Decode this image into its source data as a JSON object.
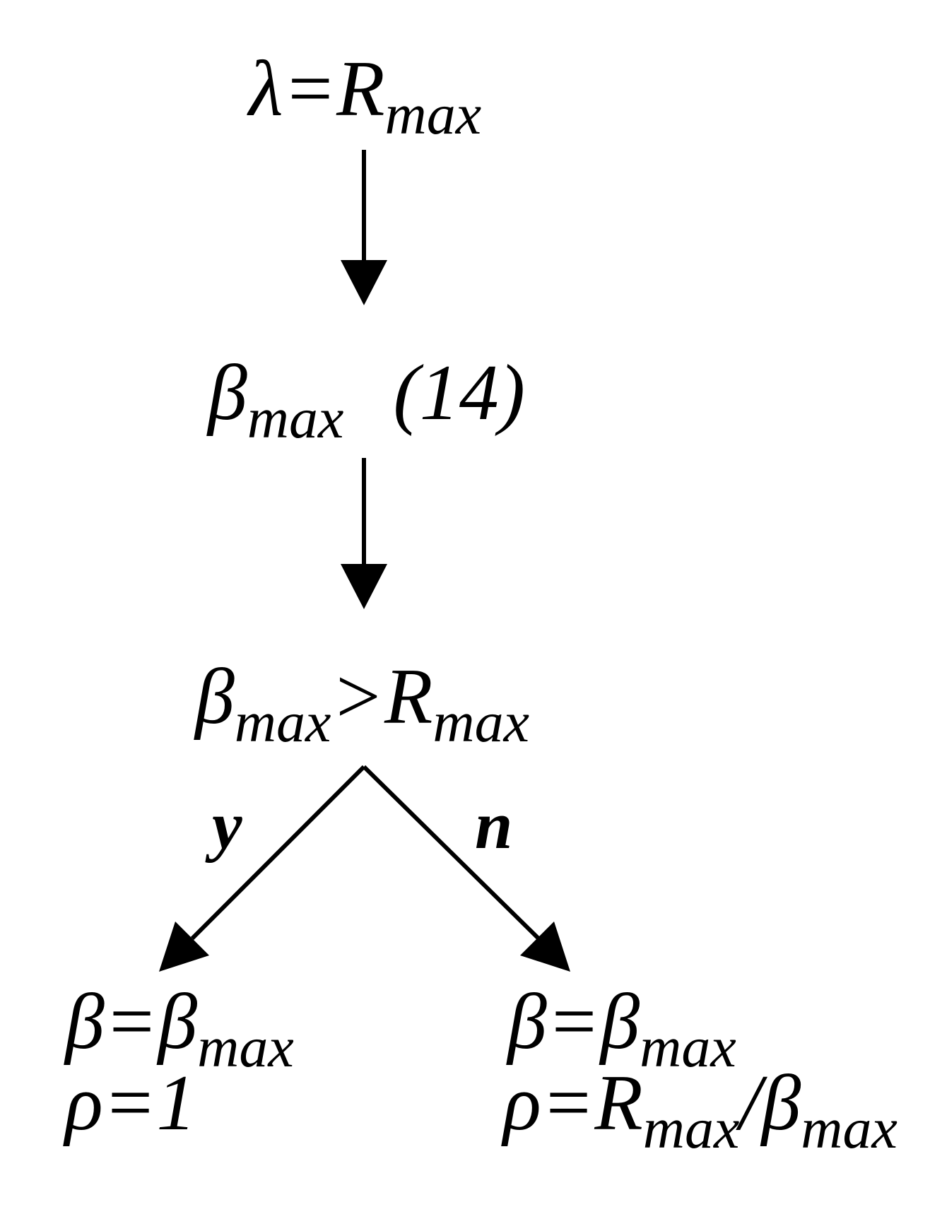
{
  "nodes": {
    "start": {
      "symbol": "λ",
      "eq": "=",
      "var": "R",
      "sub": "max"
    },
    "compute": {
      "symbol": "β",
      "sub": "max",
      "ref": "(14)"
    },
    "decision": {
      "lhs": "β",
      "lhs_sub": "max",
      "op": ">",
      "rhs": "R",
      "rhs_sub": "max"
    },
    "yes_branch": {
      "line1": {
        "lhs": "β",
        "eq": "=",
        "rhs": "β",
        "rhs_sub": "max"
      },
      "line2": {
        "lhs": "ρ",
        "eq": "=",
        "value": "1"
      }
    },
    "no_branch": {
      "line1": {
        "lhs": "β",
        "eq": "=",
        "rhs": "β",
        "rhs_sub": "max"
      },
      "line2": {
        "lhs": "ρ",
        "eq": "=",
        "num": "R",
        "num_sub": "max",
        "slash": "/",
        "den": "β",
        "den_sub": "max"
      }
    }
  },
  "edges": {
    "yes_label": "y",
    "no_label": "n"
  }
}
